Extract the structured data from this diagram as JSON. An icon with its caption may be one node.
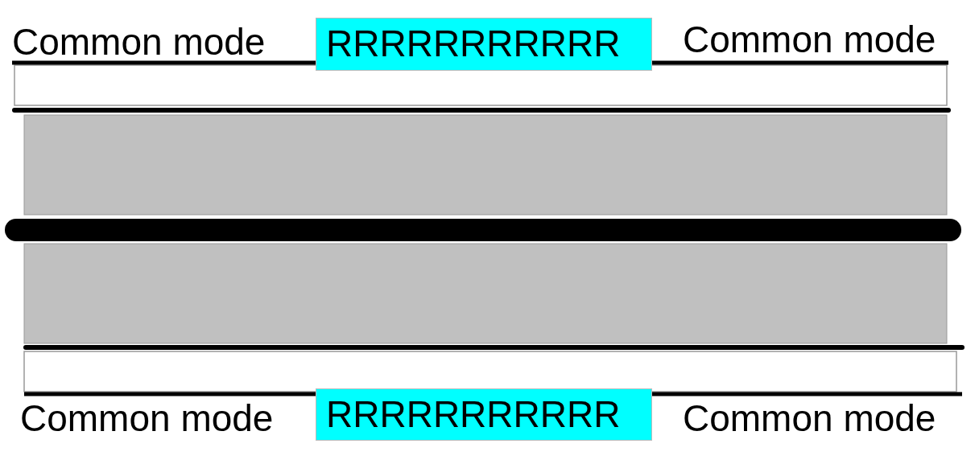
{
  "diagram": {
    "nodes": [
      {
        "text": [
          "RRRRRRRRRRR"
        ]
      },
      {
        "text": [
          "RRRRRRRRRRR"
        ]
      }
    ],
    "labels": [
      "Common mode",
      "Common mode",
      "Common mode",
      "Common mode"
    ]
  }
}
